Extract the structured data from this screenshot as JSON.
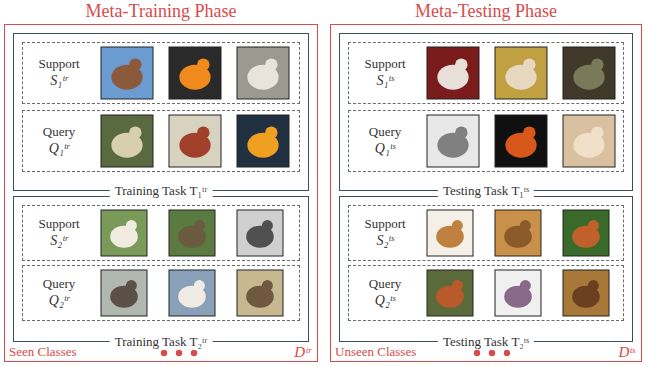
{
  "diagram": {
    "nodes": [
      {
        "text": [
          "Meta-Training Phase",
          "Seen Classes",
          "Dᵗʳ"
        ]
      },
      {
        "text": [
          "Training Task T₁ᵗʳ"
        ],
        "in": 0
      },
      {
        "text": [
          "Support",
          "S₁ᵗʳ"
        ],
        "in": 1
      },
      {
        "text": [
          "Query",
          "Q₁ᵗʳ"
        ],
        "in": 1
      },
      {
        "text": [
          "Training Task T₂ᵗʳ"
        ],
        "in": 0
      },
      {
        "text": [
          "Support",
          "S₂ᵗʳ"
        ],
        "in": 4
      },
      {
        "text": [
          "Query",
          "Q₂ᵗʳ"
        ],
        "in": 4
      },
      {
        "text": [
          "Meta-Testing Phase",
          "Unseen Classes",
          "Dᵗˢ"
        ]
      },
      {
        "text": [
          "Testing Task T₁ᵗˢ"
        ],
        "in": 7
      },
      {
        "text": [
          "Support",
          "S₁ᵗˢ"
        ],
        "in": 8
      },
      {
        "text": [
          "Query",
          "Q₁ᵗˢ"
        ],
        "in": 8
      },
      {
        "text": [
          "Testing Task T₂ᵗˢ"
        ],
        "in": 7
      },
      {
        "text": [
          "Support",
          "S₂ᵗˢ"
        ],
        "in": 11
      },
      {
        "text": [
          "Query",
          "Q₂ᵗˢ"
        ],
        "in": 11
      }
    ]
  }
}
